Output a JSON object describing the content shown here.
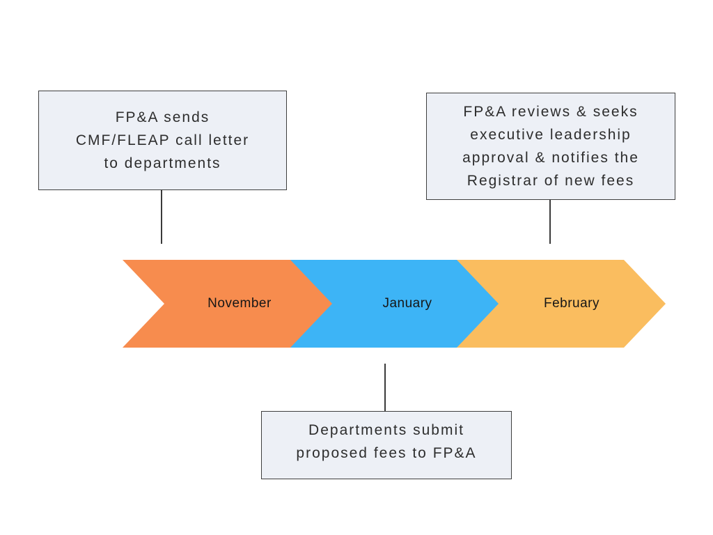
{
  "background_color": "#FFFFFF",
  "callouts": [
    {
      "name": "fpa-sends-call-letter",
      "lines": [
        "FP&A sends",
        "CMF/FLEAP call letter",
        "to departments"
      ],
      "attached_to": "November"
    },
    {
      "name": "fpa-reviews-approval",
      "lines": [
        "FP&A reviews & seeks",
        "executive leadership",
        "approval & notifies the",
        "Registrar of new fees"
      ],
      "attached_to": "February"
    },
    {
      "name": "departments-submit-fees",
      "lines": [
        "Departments submit",
        "proposed fees to FP&A"
      ],
      "attached_to": "January"
    }
  ],
  "timeline": {
    "steps": [
      {
        "label": "November",
        "color": "#F78C4E"
      },
      {
        "label": "January",
        "color": "#3DB4F6"
      },
      {
        "label": "February",
        "color": "#FABD5F"
      }
    ]
  },
  "styles": {
    "callout_fill": "#EDF0F6",
    "callout_border": "#3E3E3E",
    "callout_text_color": "#2D2D2D",
    "connector_color": "#3A3A3A",
    "label_text_color": "#161616"
  }
}
